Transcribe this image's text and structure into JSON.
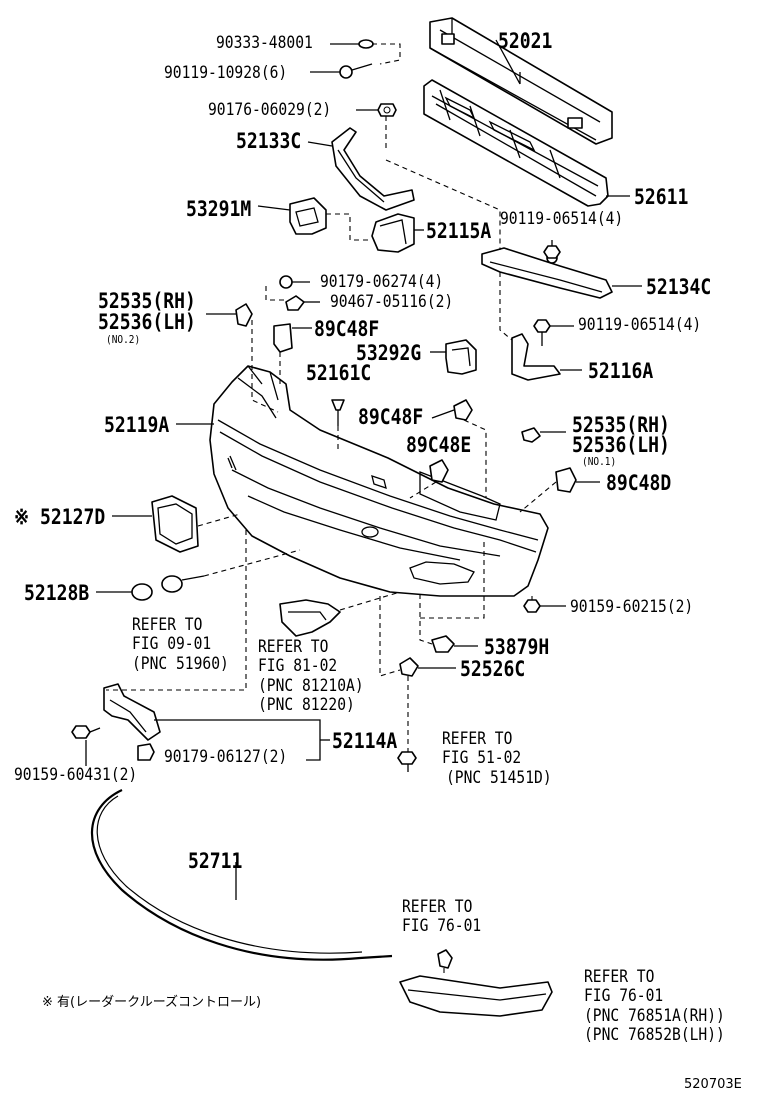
{
  "labels": {
    "p90333_48001": "90333-48001",
    "p90119_10928": "90119-10928(6)",
    "p90176_06029": "90176-06029(2)",
    "p52133C": "52133C",
    "p52021": "52021",
    "p52611": "52611",
    "p53291M": "53291M",
    "p52115A": "52115A",
    "p90119_06514a": "90119-06514(4)",
    "p52134C": "52134C",
    "p90179_06274": "90179-06274(4)",
    "p90467_05116": "90467-05116(2)",
    "p52535RH_a": "52535(RH)",
    "p52536LH_a": "52536(LH)",
    "p_no2": "(NO.2)",
    "p89C48F_a": "89C48F",
    "p90119_06514b": "90119-06514(4)",
    "p53292G": "53292G",
    "p52116A": "52116A",
    "p52161C": "52161C",
    "p52119A": "52119A",
    "p89C48F_b": "89C48F",
    "p89C48E": "89C48E",
    "p52535RH_b": "52535(RH)",
    "p52536LH_b": "52536(LH)",
    "p_no1": "(NO.1)",
    "p89C48D": "89C48D",
    "p52127D": "※ 52127D",
    "p52128B": "52128B",
    "p90159_60215": "90159-60215(2)",
    "p53879H": "53879H",
    "p52526C": "52526C",
    "p52114A": "52114A",
    "p90179_06127": "90179-06127(2)",
    "p90159_60431": "90159-60431(2)",
    "p52711": "52711"
  },
  "refers": {
    "r1_l1": "REFER TO",
    "r1_l2": "FIG 09-01",
    "r1_l3": "(PNC 51960)",
    "r2_l1": "REFER TO",
    "r2_l2": "FIG 81-02",
    "r2_l3": "(PNC 81210A)",
    "r2_l4": "(PNC 81220)",
    "r3_l1": "REFER TO",
    "r3_l2": "FIG 51-02",
    "r3_l3": "(PNC 51451D)",
    "r4_l1": "REFER TO",
    "r4_l2": "FIG 76-01",
    "r5_l1": "REFER TO",
    "r5_l2": "FIG 76-01",
    "r5_l3": "(PNC 76851A(RH))",
    "r5_l4": "(PNC 76852B(LH))"
  },
  "footnote": "※ 有(レーダークルーズコントロール)",
  "diagram_code": "520703E"
}
